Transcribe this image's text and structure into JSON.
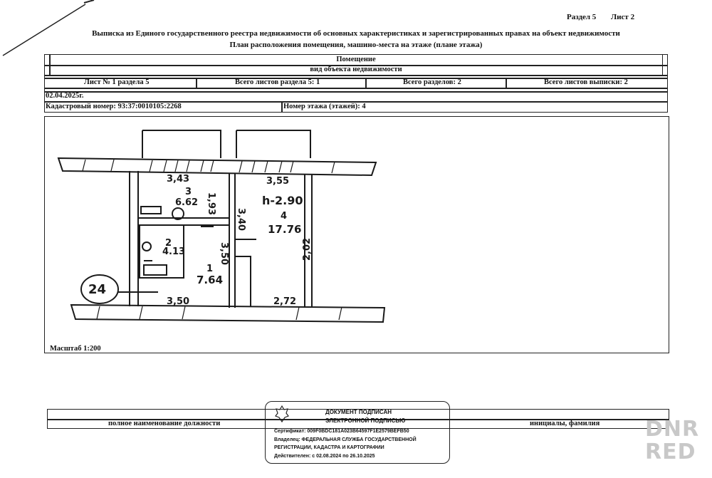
{
  "header": {
    "section": "Раздел 5",
    "sheet": "Лист 2",
    "title": "Выписка из Единого государственного реестра недвижимости об основных характеристиках и зарегистрированных правах на объект недвижимости",
    "subtitle": "План расположения помещения, машино-места на этаже (плане этажа)"
  },
  "table": {
    "object_name": "Помещение",
    "object_kind": "вид объекта недвижимости",
    "sheet_of_section": "Лист № 1 раздела 5",
    "total_sheets_section": "Всего листов раздела 5: 1",
    "total_sections": "Всего разделов: 2",
    "total_sheets_extract": "Всего листов выписки: 2",
    "date": "02.04.2025г.",
    "cadastral_number": "Кадастровый номер: 93:37:0010105:2268",
    "floor_number": "Номер этажа (этажей): 4"
  },
  "plan": {
    "dim_top_left": "3,43",
    "dim_top_right": "3,55",
    "height_label": "h-2.90",
    "room3_num": "3",
    "room3_area": "6.62",
    "room4_num": "4",
    "room4_area": "17.76",
    "room2_num": "2",
    "room2_area": "4.13",
    "room1_num": "1",
    "room1_area": "7.64",
    "dim_v1": "1,93",
    "dim_v2": "3,40",
    "dim_v3": "3,50",
    "dim_v4": "2,02",
    "dim_bottom_left": "3,50",
    "dim_bottom_right": "2,72",
    "apartment_number": "24",
    "scale": "Масштаб 1:200"
  },
  "footer": {
    "position_label": "полное наименование должности",
    "initials_label": "инициалы, фамилия",
    "signed_line1": "ДОКУМЕНТ ПОДПИСАН",
    "signed_line2": "ЭЛЕКТРОННОЙ ПОДПИСЬЮ",
    "certificate": "Сертификат: 009F0BDC181A023B64597F1E2579BEFB50",
    "owner_line1": "Владелец: ФЕДЕРАЛЬНАЯ СЛУЖБА ГОСУДАРСТВЕННОЙ",
    "owner_line2": "РЕГИСТРАЦИИ, КАДАСТРА И КАРТОГРАФИИ",
    "valid": "Действителен: с 02.08.2024 по 26.10.2025"
  },
  "watermark": {
    "line1": "DNR",
    "line2": "RED"
  }
}
